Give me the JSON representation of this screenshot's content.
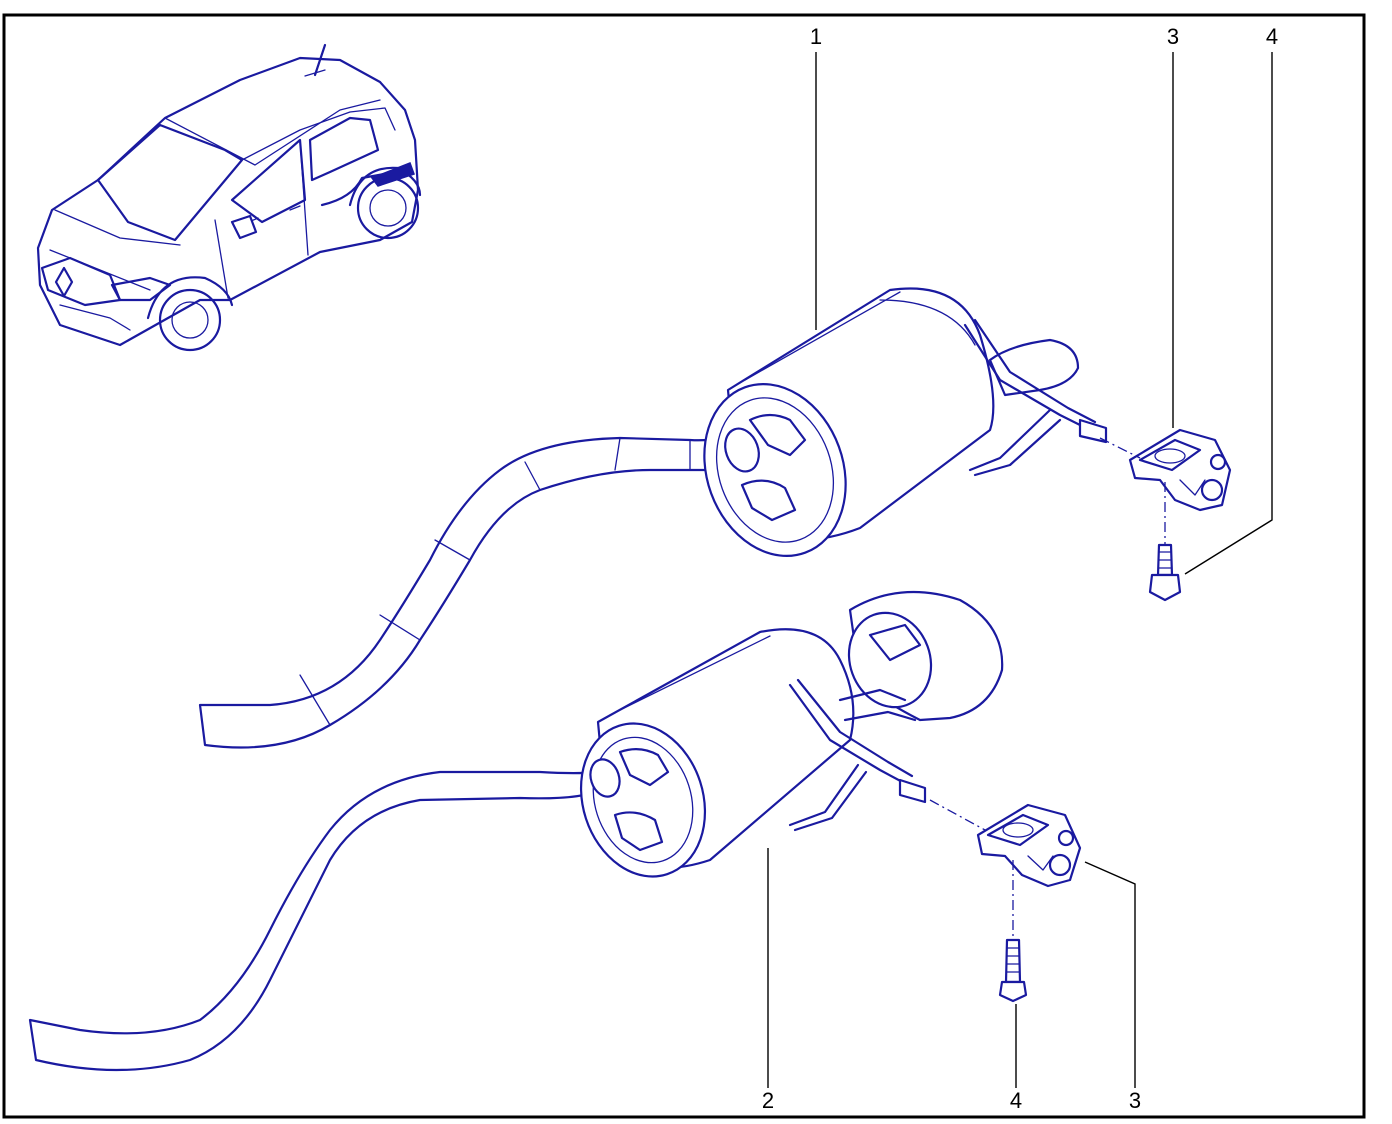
{
  "callouts": {
    "c1": "1",
    "c2": "2",
    "c3_top": "3",
    "c3_bottom": "3",
    "c4_top": "4",
    "c4_bottom": "4"
  },
  "colors": {
    "line_art": "#1a1aa0",
    "frame": "#000000",
    "background": "#ffffff"
  }
}
